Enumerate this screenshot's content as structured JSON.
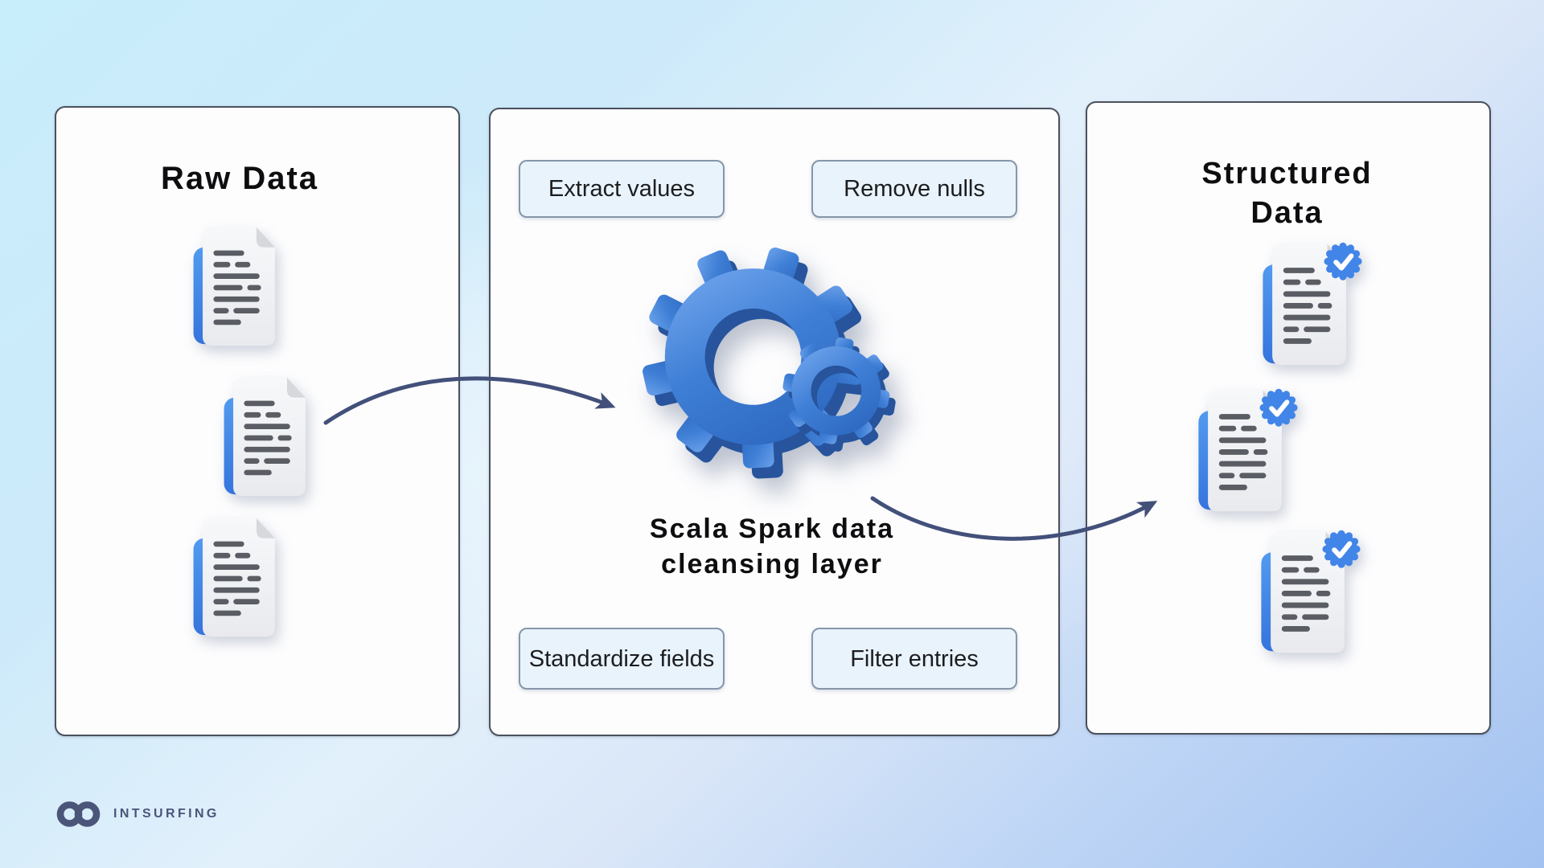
{
  "diagram": {
    "raw_panel": {
      "title": "Raw Data",
      "document_count": 3
    },
    "cleansing_panel": {
      "caption": "Scala Spark data cleansing layer",
      "steps": [
        {
          "label": "Extract values"
        },
        {
          "label": "Remove nulls"
        },
        {
          "label": "Standardize fields"
        },
        {
          "label": "Filter entries"
        }
      ]
    },
    "structured_panel": {
      "title": "Structured Data",
      "document_count": 3
    }
  },
  "brand": {
    "name": "INTSURFING"
  },
  "icons": {
    "raw_document": "document-icon",
    "processing": "gears-icon",
    "structured_document": "verified-document-icon",
    "badge": "check-badge-icon",
    "logo": "infinity-logo-icon",
    "flow": "curved-arrow-icon"
  },
  "colors": {
    "accent_blue": "#3f7fd6",
    "doc_blue": "#4285e8",
    "arrow": "#42507a",
    "box_fill": "#e9f3fc",
    "box_border": "#8696ab",
    "panel_border": "#4b515c",
    "brand": "#4b5579",
    "bg_top": "#c8edfb",
    "bg_bottom": "#a3c2f1"
  }
}
